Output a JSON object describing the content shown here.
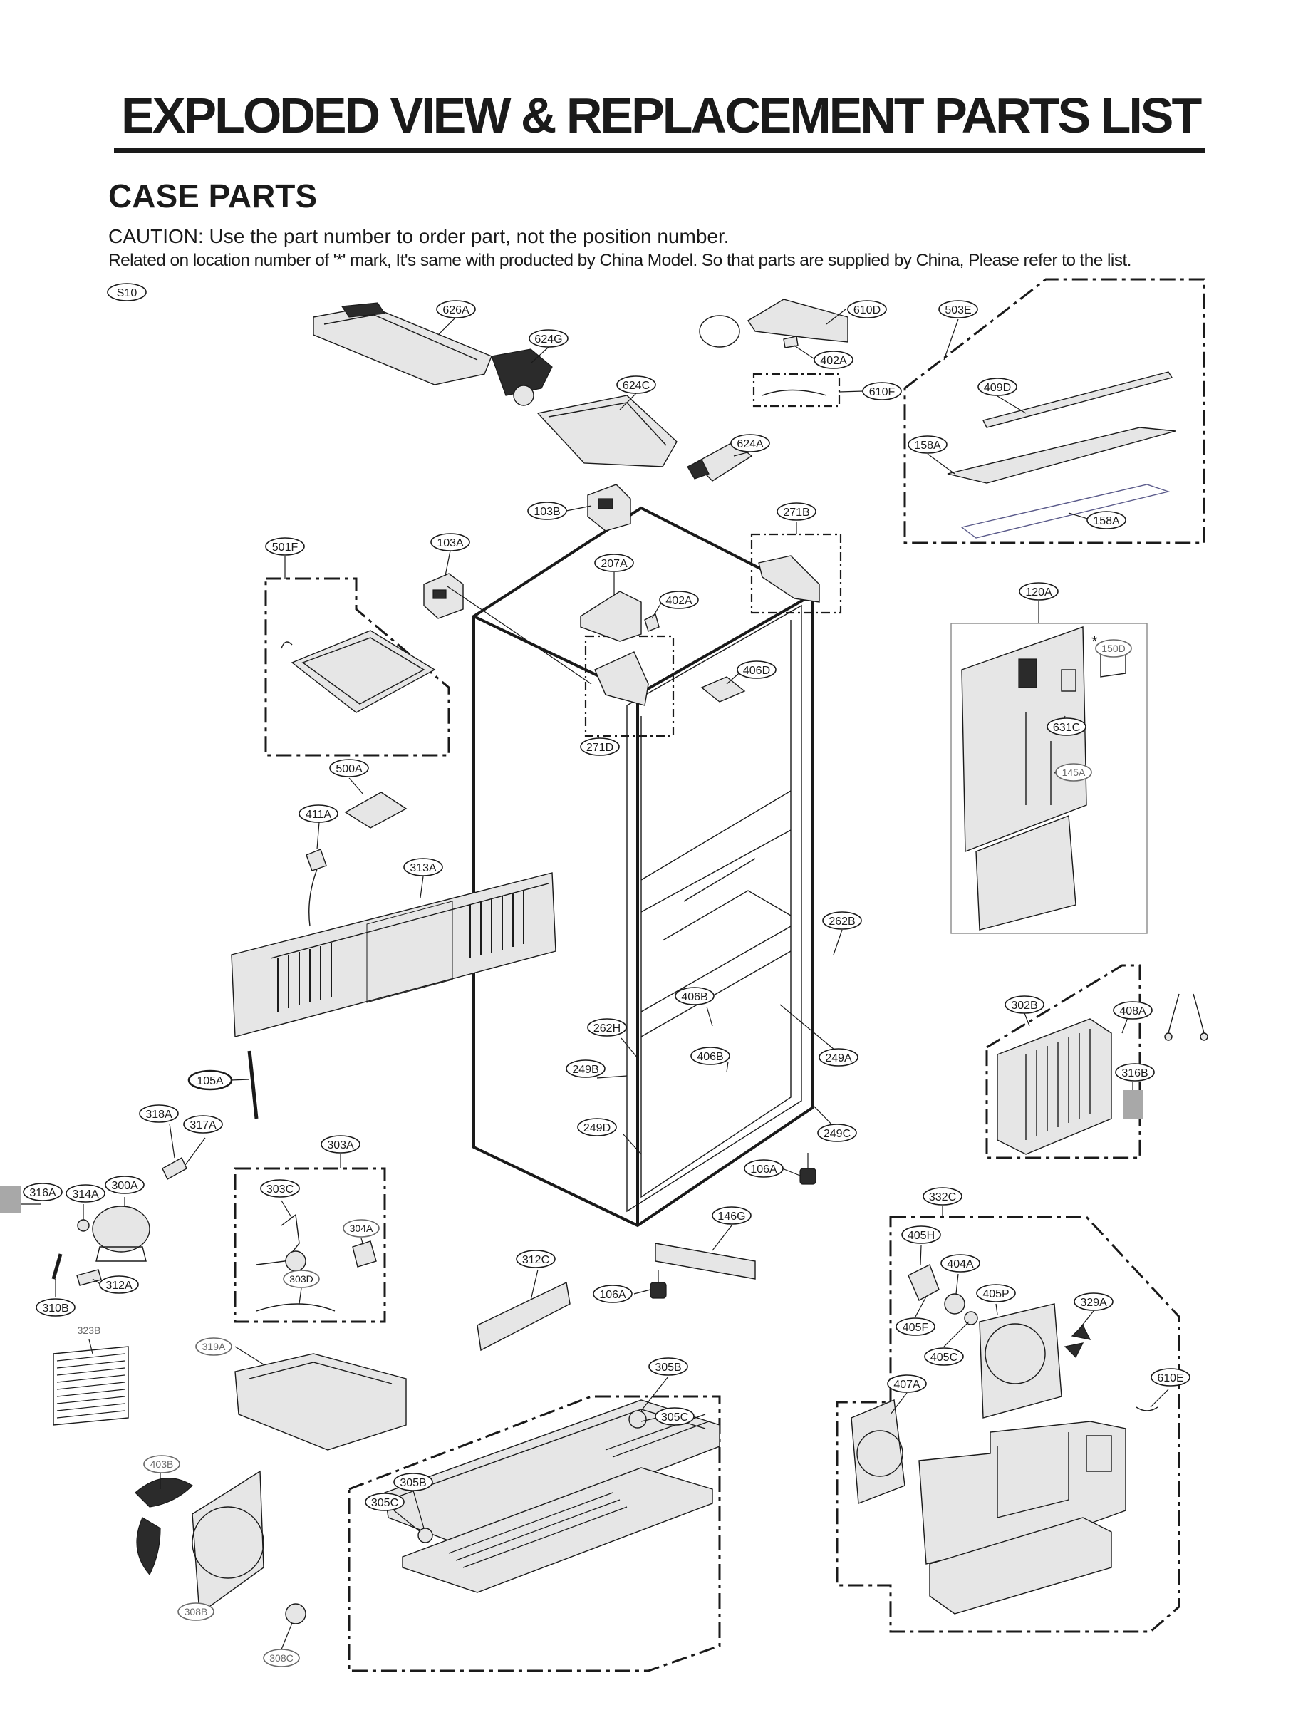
{
  "header": {
    "title": "EXPLODED VIEW & REPLACEMENT PARTS LIST",
    "section": "CASE PARTS",
    "caution": "CAUTION: Use the part number to order part, not the position number.",
    "note": "Related on location number of '*' mark, It's same with producted by China Model. So that parts are supplied by China, Please refer to the list."
  },
  "callouts": {
    "s10": "S10",
    "c626a": "626A",
    "c624g": "624G",
    "c624c": "624C",
    "c624a": "624A",
    "c610d": "610D",
    "c402a_top": "402A",
    "c610f": "610F",
    "c503e": "503E",
    "c409d": "409D",
    "c158a_1": "158A",
    "c158a_2": "158A",
    "c103b": "103B",
    "c271b": "271B",
    "c501f": "501F",
    "c103a": "103A",
    "c207a": "207A",
    "c402a": "402A",
    "c406d": "406D",
    "c271d": "271D",
    "c120a": "120A",
    "c150d": "150D",
    "c631c": "631C",
    "c145a": "145A",
    "star": "*",
    "c500a": "500A",
    "c411a": "411A",
    "c313a": "313A",
    "c262b": "262B",
    "c406b_1": "406B",
    "c262h": "262H",
    "c406b_2": "406B",
    "c249b": "249B",
    "c249a": "249A",
    "c249d": "249D",
    "c249c": "249C",
    "c302b": "302B",
    "c408a": "408A",
    "c316b": "316B",
    "c105a": "105A",
    "c318a": "318A",
    "c317a": "317A",
    "c303a": "303A",
    "c316a": "316A",
    "c314a": "314A",
    "c300a": "300A",
    "c312a": "312A",
    "c310b": "310B",
    "c303c": "303C",
    "c304a": "304A",
    "c303d": "303D",
    "c106a_1": "106A",
    "c146g": "146G",
    "c312c": "312C",
    "c106a_2": "106A",
    "c332c": "332C",
    "c405h": "405H",
    "c404a": "404A",
    "c405p": "405P",
    "c405f": "405F",
    "c405c": "405C",
    "c329a": "329A",
    "c407a": "407A",
    "c610e": "610E",
    "c323b": "323B",
    "c319a": "319A",
    "c305b_1": "305B",
    "c305c_1": "305C",
    "c305b_2": "305B",
    "c305c_2": "305C",
    "c403b": "403B",
    "c308b": "308B",
    "c308c": "308C"
  }
}
